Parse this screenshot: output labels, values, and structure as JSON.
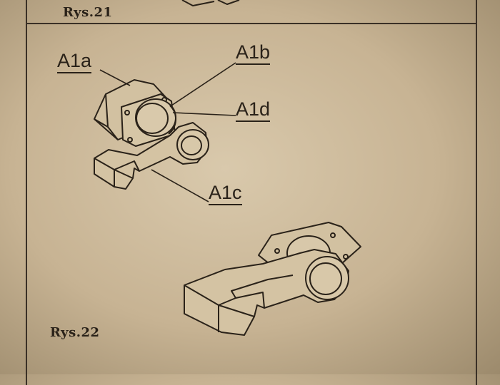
{
  "figures": {
    "top_label": "Rys.21",
    "bottom_label": "Rys.22"
  },
  "callouts": {
    "a1a": "A1a",
    "a1b": "A1b",
    "a1c": "A1c",
    "a1d": "A1d"
  },
  "colors": {
    "paper": "#cdb99a",
    "ink": "#2a2219"
  }
}
